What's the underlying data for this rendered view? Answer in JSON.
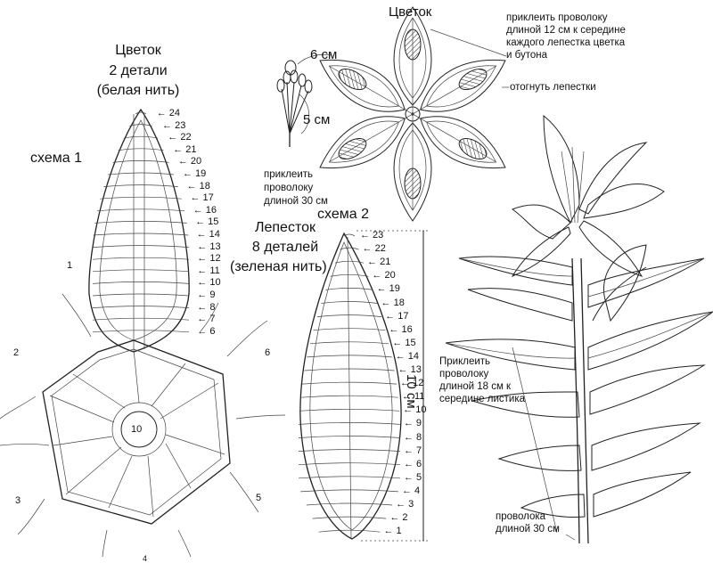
{
  "flower_block": {
    "title": "Цветок",
    "subtitle": "2 детали",
    "note": "(белая нить)"
  },
  "scheme1_label": "схема 1",
  "scheme1_numbers": [
    "24",
    "23",
    "22",
    "21",
    "20",
    "19",
    "18",
    "17",
    "16",
    "15",
    "14",
    "13",
    "12",
    "11",
    "10",
    "9",
    "8",
    "7",
    "6"
  ],
  "scheme1_sections": {
    "s1": "1",
    "s2": "2",
    "s3": "3",
    "s4": "4",
    "s5": "5",
    "s6": "6",
    "center": "10"
  },
  "stamen": {
    "size_top": "6 см",
    "size_side": "5 см",
    "note_line1": "приклеить",
    "note_line2": "проволоку",
    "note_line3": "длиной 30 см"
  },
  "star": {
    "title": "Цветок",
    "note1_l1": "приклеить проволоку",
    "note1_l2": "длиной 12 см к середине",
    "note1_l3": "каждого лепестка цветка",
    "note1_l4": "и бутона",
    "note2": "отогнуть лепестки"
  },
  "petal_block": {
    "scheme": "схема 2",
    "title": "Лепесток",
    "subtitle": "8 деталей",
    "note": "(зеленая нить)",
    "height": "10 см"
  },
  "scheme2_numbers": [
    "23",
    "22",
    "21",
    "20",
    "19",
    "18",
    "17",
    "16",
    "15",
    "14",
    "13",
    "12",
    "11",
    "10",
    "9",
    "8",
    "7",
    "6",
    "5",
    "4",
    "3",
    "2",
    "1"
  ],
  "lily": {
    "leaf_l1": "Приклеить",
    "leaf_l2": "проволоку",
    "leaf_l3": "длиной 18 см к",
    "leaf_l4": "середине листика",
    "stem_l1": "проволока",
    "stem_l2": "длиной 30 см"
  }
}
